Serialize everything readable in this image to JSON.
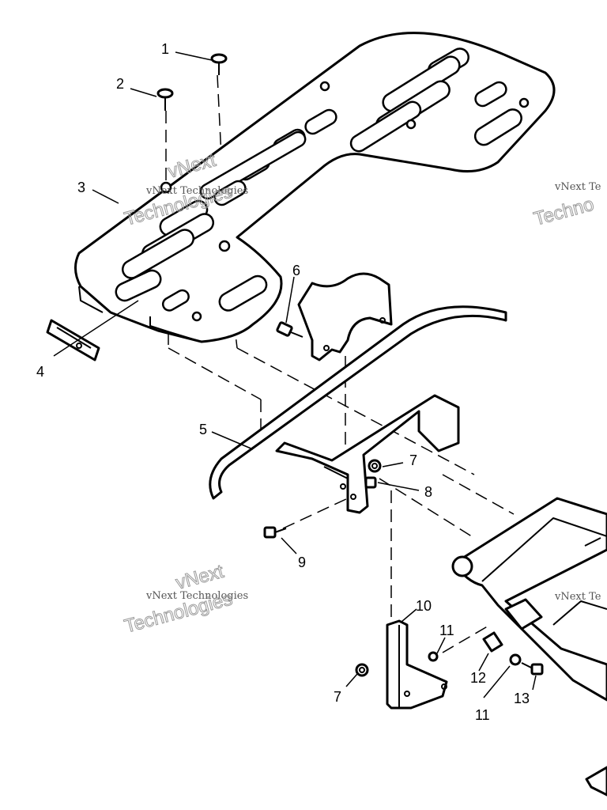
{
  "watermark": {
    "line1": "vNext Technologies",
    "line2": "Technologies",
    "line3": "vNext",
    "partial1": "vNext Te",
    "partial2": "Techno"
  },
  "callouts": {
    "c1": "1",
    "c2": "2",
    "c3": "3",
    "c4": "4",
    "c5": "5",
    "c6": "6",
    "c7a": "7",
    "c7b": "7",
    "c8": "8",
    "c9": "9",
    "c10": "10",
    "c11a": "11",
    "c11b": "11",
    "c12": "12",
    "c13": "13"
  }
}
